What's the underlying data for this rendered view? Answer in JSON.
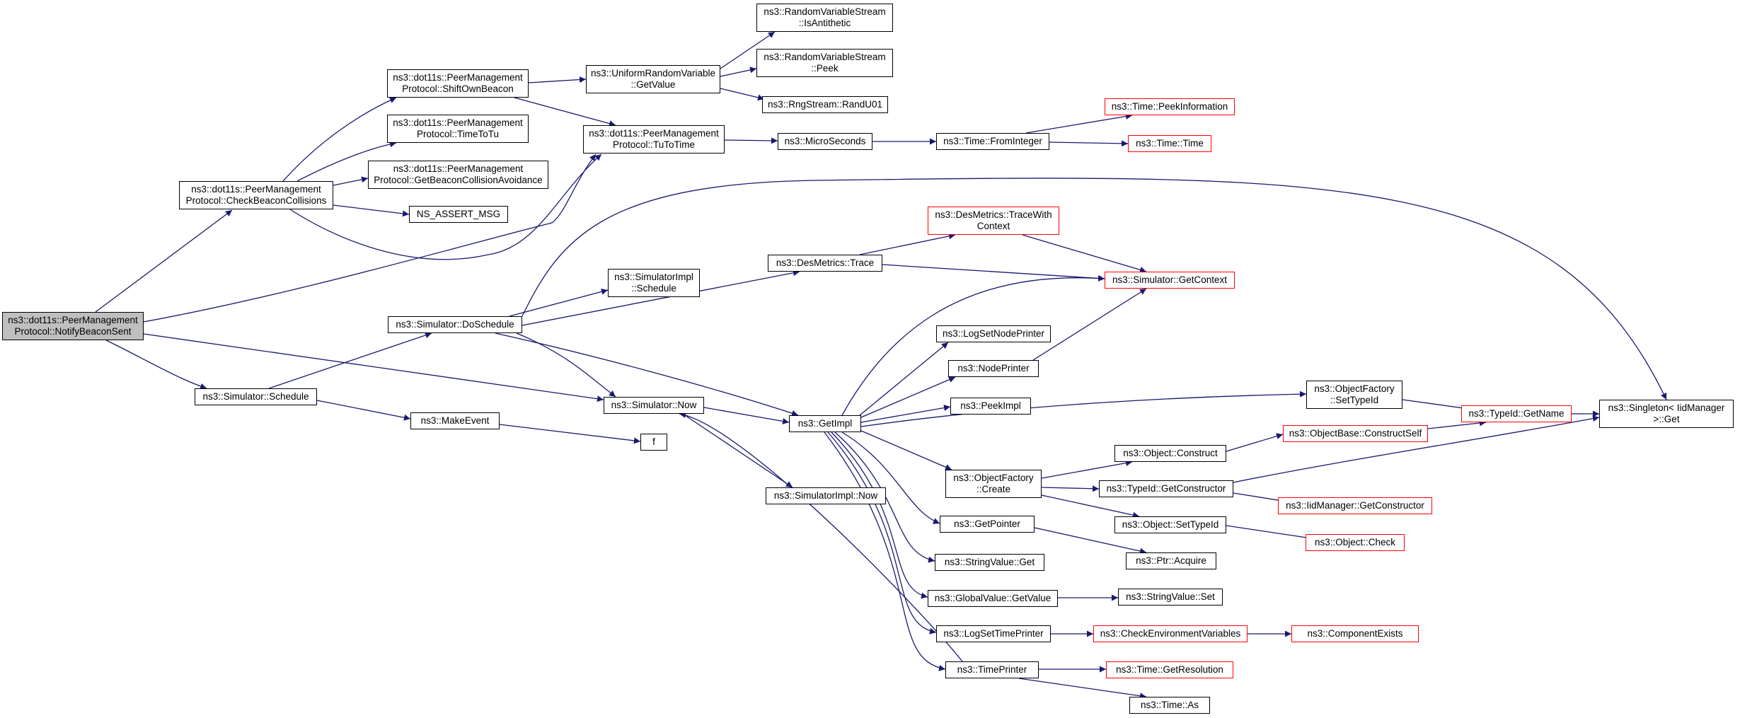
{
  "graph": {
    "colors": {
      "edge": "#191970",
      "node_border": "#000000",
      "truncated_border": "#ff0000",
      "root_fill": "#bfbfbf"
    },
    "nodes": {
      "root": [
        "ns3::dot11s::PeerManagement",
        "Protocol::NotifyBeaconSent"
      ],
      "check": [
        "ns3::dot11s::PeerManagement",
        "Protocol::CheckBeaconCollisions"
      ],
      "sched": [
        "ns3::Simulator::Schedule"
      ],
      "shift": [
        "ns3::dot11s::PeerManagement",
        "Protocol::ShiftOwnBeacon"
      ],
      "timetotu": [
        "ns3::dot11s::PeerManagement",
        "Protocol::TimeToTu"
      ],
      "getbca": [
        "ns3::dot11s::PeerManagement",
        "Protocol::GetBeaconCollisionAvoidance"
      ],
      "assert": [
        "NS_ASSERT_MSG"
      ],
      "doschedule": [
        "ns3::Simulator::DoSchedule"
      ],
      "makeevent": [
        "ns3::MakeEvent"
      ],
      "urvget": [
        "ns3::UniformRandomVariable",
        "::GetValue"
      ],
      "tutotime": [
        "ns3::dot11s::PeerManagement",
        "Protocol::TuToTime"
      ],
      "simimplsched": [
        "ns3::SimulatorImpl",
        "::Schedule"
      ],
      "simnow": [
        "ns3::Simulator::Now"
      ],
      "f": [
        "f"
      ],
      "simimplnow": [
        "ns3::SimulatorImpl::Now"
      ],
      "rvsanti": [
        "ns3::RandomVariableStream",
        "::IsAntithetic"
      ],
      "rvspeek": [
        "ns3::RandomVariableStream",
        "::Peek"
      ],
      "randu01": [
        "ns3::RngStream::RandU01"
      ],
      "micro": [
        "ns3::MicroSeconds"
      ],
      "destrace": [
        "ns3::DesMetrics::Trace"
      ],
      "getimpl": [
        "ns3::GetImpl"
      ],
      "fromint": [
        "ns3::Time::FromInteger"
      ],
      "peekinfo": [
        "ns3::Time::PeekInformation"
      ],
      "timetime": [
        "ns3::Time::Time"
      ],
      "tracewith": [
        "ns3::DesMetrics::TraceWith",
        "Context"
      ],
      "getcontext": [
        "ns3::Simulator::GetContext"
      ],
      "logsetnode": [
        "ns3::LogSetNodePrinter"
      ],
      "nodeprinter": [
        "ns3::NodePrinter"
      ],
      "peekimpl": [
        "ns3::PeekImpl"
      ],
      "ofcreate": [
        "ns3::ObjectFactory",
        "::Create"
      ],
      "getpointer": [
        "ns3::GetPointer"
      ],
      "svget": [
        "ns3::StringValue::Get"
      ],
      "gvget": [
        "ns3::GlobalValue::GetValue"
      ],
      "logsettime": [
        "ns3::LogSetTimePrinter"
      ],
      "timeprinter": [
        "ns3::TimePrinter"
      ],
      "ofsettype": [
        "ns3::ObjectFactory",
        "::SetTypeId"
      ],
      "objconstruct": [
        "ns3::Object::Construct"
      ],
      "tidgetctor": [
        "ns3::TypeId::GetConstructor"
      ],
      "objsettype": [
        "ns3::Object::SetTypeId"
      ],
      "ptracquire": [
        "ns3::Ptr::Acquire"
      ],
      "svset": [
        "ns3::StringValue::Set"
      ],
      "checkenv": [
        "ns3::CheckEnvironmentVariables"
      ],
      "getres": [
        "ns3::Time::GetResolution"
      ],
      "timeas": [
        "ns3::Time::As"
      ],
      "tidgetname": [
        "ns3::TypeId::GetName"
      ],
      "constructself": [
        "ns3::ObjectBase::ConstructSelf"
      ],
      "iidgetctor": [
        "ns3::IidManager::GetConstructor"
      ],
      "objcheck": [
        "ns3::Object::Check"
      ],
      "compexists": [
        "ns3::ComponentExists"
      ],
      "singleton": [
        "ns3::Singleton< IidManager",
        ">::Get"
      ]
    }
  }
}
